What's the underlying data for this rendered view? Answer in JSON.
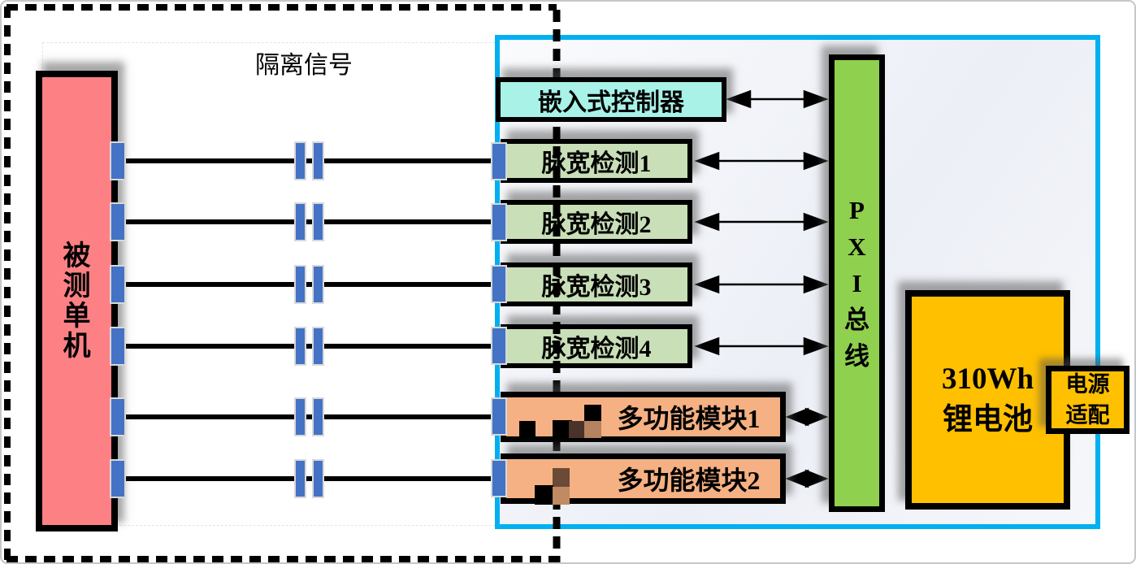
{
  "diagram": {
    "isolation_label": "隔离信号",
    "dut_label": "被测单机",
    "controller_label": "嵌入式控制器",
    "pulse_modules": [
      {
        "label": "脉宽检测1"
      },
      {
        "label": "脉宽检测2"
      },
      {
        "label": "脉宽检测3"
      },
      {
        "label": "脉宽检测4"
      }
    ],
    "function_modules": [
      {
        "label": "多功能模块1"
      },
      {
        "label": "多功能模块2"
      }
    ],
    "bus_label": "PXI总线",
    "battery": {
      "line1": "310Wh",
      "line2": "锂电池"
    },
    "adapter": {
      "line1": "电源",
      "line2": "适配"
    },
    "colors": {
      "dut_fill": "#FD8184",
      "controller_fill": "#A8F2E8",
      "pulse_fill": "#C9DFB8",
      "module_fill": "#F5B183",
      "bus_fill": "#8FD04E",
      "battery_fill": "#FFC000",
      "frame_border": "#00B0F0",
      "connector_blue": "#4472C4"
    }
  }
}
